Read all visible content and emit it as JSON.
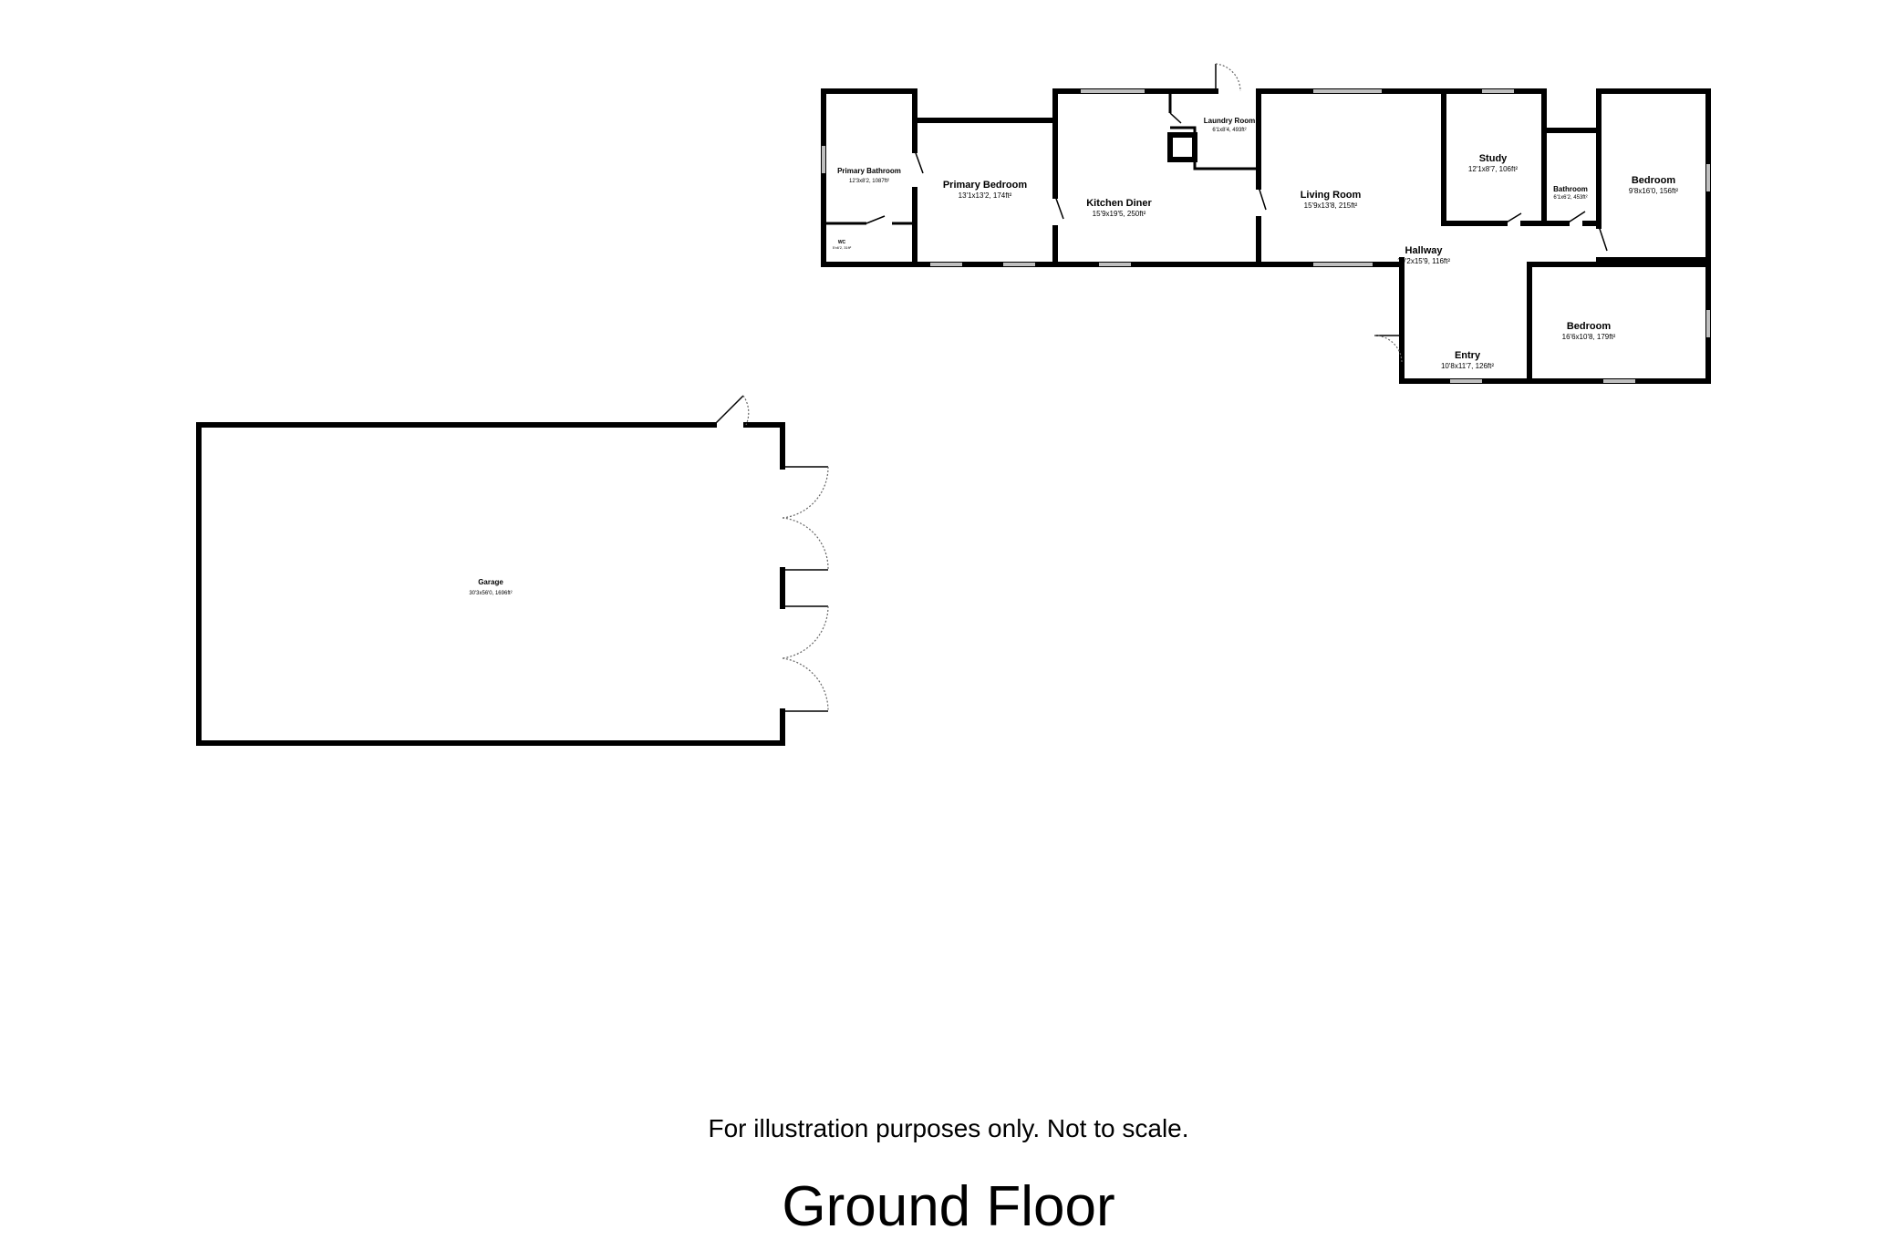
{
  "rooms": {
    "primary_bathroom": {
      "name": "Primary Bathroom",
      "dims": "12'3x8'2, 1087ft²"
    },
    "wc": {
      "name": "WC",
      "dims": "5'x6'2, 31ft²"
    },
    "primary_bedroom": {
      "name": "Primary Bedroom",
      "dims": "13'1x13'2, 174ft²"
    },
    "kitchen_diner": {
      "name": "Kitchen Diner",
      "dims": "15'9x19'5, 250ft²"
    },
    "laundry_room": {
      "name": "Laundry Room",
      "dims": "6'1x8'4, 493ft²"
    },
    "living_room": {
      "name": "Living Room",
      "dims": "15'9x13'8, 215ft²"
    },
    "study": {
      "name": "Study",
      "dims": "12'1x8'7, 106ft²"
    },
    "bathroom": {
      "name": "Bathroom",
      "dims": "6'1x6'2, 453ft²"
    },
    "bedroom_east": {
      "name": "Bedroom",
      "dims": "9'8x16'0, 156ft²"
    },
    "hallway": {
      "name": "Hallway",
      "dims": "19'2x15'9, 116ft²"
    },
    "entry": {
      "name": "Entry",
      "dims": "10'8x11'7, 126ft²"
    },
    "bedroom_south": {
      "name": "Bedroom",
      "dims": "16'6x10'8, 179ft²"
    },
    "garage": {
      "name": "Garage",
      "dims": "30'3x56'0, 1696ft²"
    }
  },
  "footer": {
    "disclaimer": "For illustration purposes only. Not to scale.",
    "floor_title": "Ground Floor"
  }
}
